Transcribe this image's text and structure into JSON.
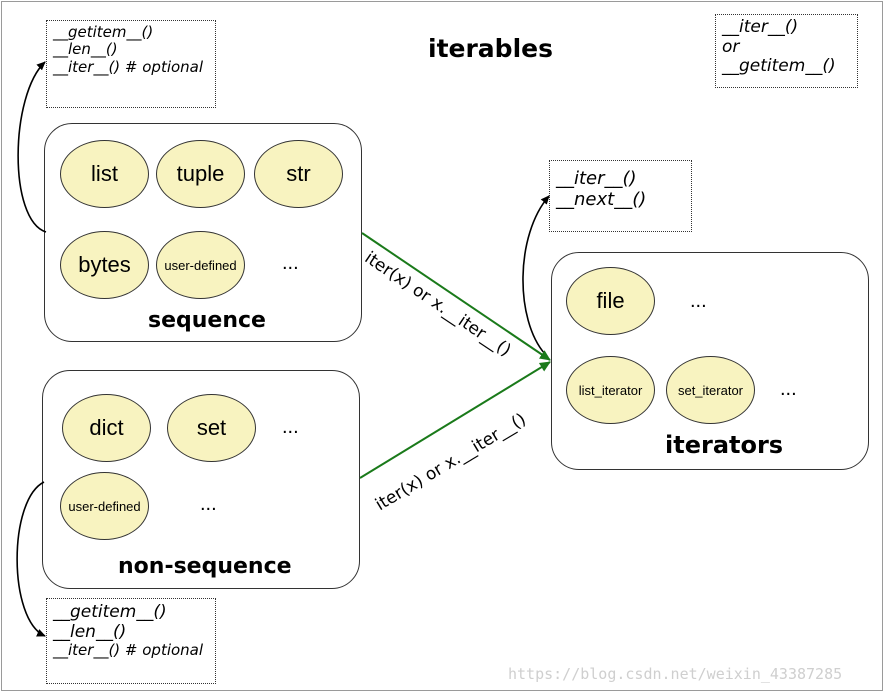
{
  "title": "iterables",
  "notes": {
    "top_left": [
      "__getitem__()",
      "__len__()",
      "__iter__() # optional"
    ],
    "top_right": [
      "__iter__()",
      "or",
      "__getitem__()"
    ],
    "middle": [
      "__iter__()",
      "__next__()"
    ],
    "bottom_left": [
      "__getitem__()",
      "__len__()",
      "__iter__() # optional"
    ]
  },
  "groups": {
    "sequence": {
      "label": "sequence",
      "items": [
        "list",
        "tuple",
        "str",
        "bytes",
        "user-defined"
      ],
      "ellipsis": "..."
    },
    "non_sequence": {
      "label": "non-sequence",
      "items": [
        "dict",
        "set",
        "user-defined"
      ],
      "ellipsis": [
        "...",
        "..."
      ]
    },
    "iterators": {
      "label": "iterators",
      "items": [
        "file",
        "list_iterator",
        "set_iterator"
      ],
      "ellipsis": [
        "...",
        "..."
      ]
    }
  },
  "edges": {
    "upper": "iter(x) or x.__iter__()",
    "lower": "iter(x) or x.__iter__()"
  },
  "colors": {
    "oval_fill": "#f8f3c0",
    "edge_green": "#1a7a1a",
    "edge_black": "#000000"
  },
  "watermark": "https://blog.csdn.net/weixin_43387285"
}
